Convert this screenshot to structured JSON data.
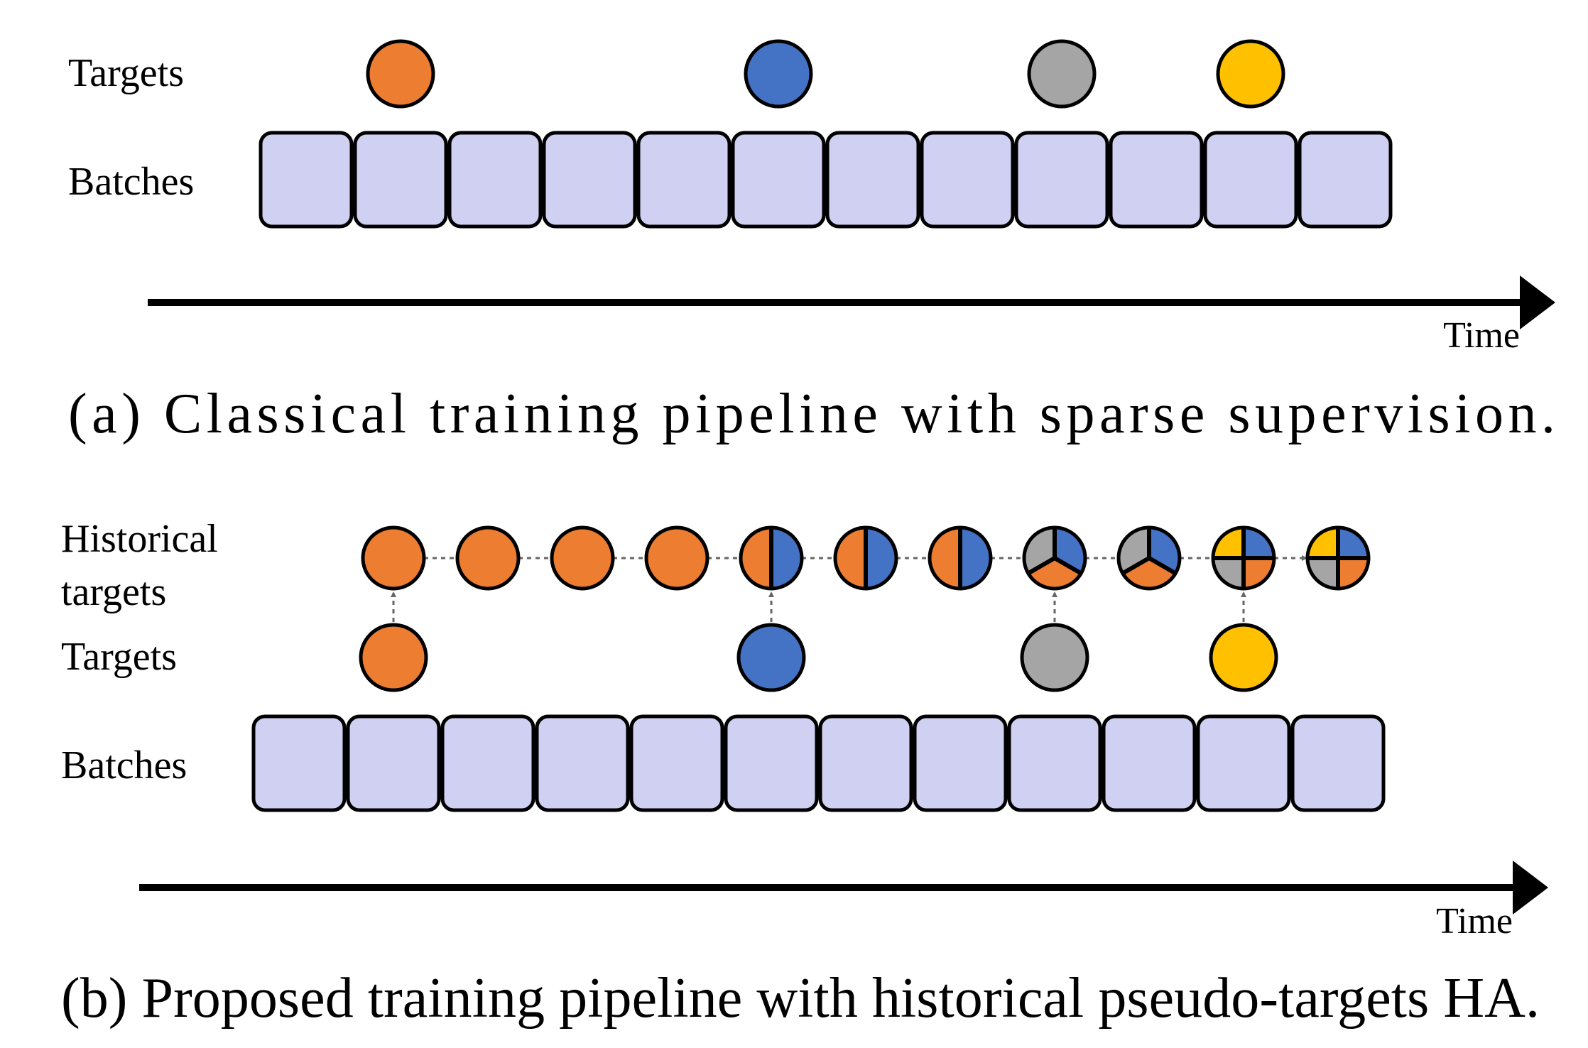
{
  "colors": {
    "orange": "#ED7D31",
    "blue": "#4472C4",
    "gray": "#A5A5A5",
    "yellow": "#FFC000",
    "batch_fill": "#D0D0F2",
    "stroke": "#000000",
    "dashed_connector": "#666666"
  },
  "panel_a": {
    "row_targets": "Targets",
    "row_batches": "Batches",
    "time_label": "Time",
    "caption": "(a) Classical training pipeline with sparse supervision.",
    "batch_count": 12,
    "targets": [
      {
        "batch_index": 1,
        "color": "orange"
      },
      {
        "batch_index": 5,
        "color": "blue"
      },
      {
        "batch_index": 8,
        "color": "gray"
      },
      {
        "batch_index": 10,
        "color": "yellow"
      }
    ]
  },
  "panel_b": {
    "row_historical_line1": "Historical",
    "row_historical_line2": "targets",
    "row_targets": "Targets",
    "row_batches": "Batches",
    "time_label": "Time",
    "caption": "(b) Proposed training pipeline with historical pseudo-targets HA.",
    "batch_count": 12,
    "targets": [
      {
        "batch_index": 1,
        "color": "orange"
      },
      {
        "batch_index": 5,
        "color": "blue"
      },
      {
        "batch_index": 8,
        "color": "gray"
      },
      {
        "batch_index": 10,
        "color": "yellow"
      }
    ],
    "historical_targets": [
      {
        "batch_index": 1,
        "colors": [
          "orange"
        ]
      },
      {
        "batch_index": 2,
        "colors": [
          "orange"
        ]
      },
      {
        "batch_index": 3,
        "colors": [
          "orange"
        ]
      },
      {
        "batch_index": 4,
        "colors": [
          "orange"
        ]
      },
      {
        "batch_index": 5,
        "colors": [
          "orange",
          "blue"
        ]
      },
      {
        "batch_index": 6,
        "colors": [
          "orange",
          "blue"
        ]
      },
      {
        "batch_index": 7,
        "colors": [
          "orange",
          "blue"
        ]
      },
      {
        "batch_index": 8,
        "colors": [
          "orange",
          "blue",
          "gray"
        ]
      },
      {
        "batch_index": 9,
        "colors": [
          "orange",
          "blue",
          "gray"
        ]
      },
      {
        "batch_index": 10,
        "colors": [
          "orange",
          "blue",
          "gray",
          "yellow"
        ]
      },
      {
        "batch_index": 11,
        "colors": [
          "orange",
          "blue",
          "gray",
          "yellow"
        ]
      }
    ]
  }
}
